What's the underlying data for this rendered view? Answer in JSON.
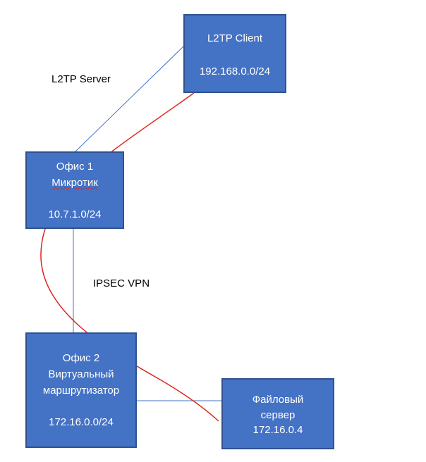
{
  "colors": {
    "node_fill": "#4472c4",
    "node_border": "#2f528f",
    "link_line": "#4472c4",
    "path_line": "#e2231a",
    "spellcheck_underline": "#e2231a"
  },
  "nodes": {
    "l2tp_client": {
      "title": "L2TP Client",
      "subnet": "192.168.0.0/24"
    },
    "office1": {
      "title": "Офис 1",
      "device": "Микротик",
      "subnet": "10.7.1.0/24"
    },
    "office2": {
      "title": "Офис 2",
      "device_line1": "Виртуальный",
      "device_line2": "маршрутизатор",
      "subnet": "172.16.0.0/24"
    },
    "file_server": {
      "title_line1": "Файловый",
      "title_line2": "сервер",
      "address": "172.16.0.4"
    }
  },
  "labels": {
    "l2tp_server": "L2TP Server",
    "ipsec_vpn": "IPSEC VPN"
  }
}
